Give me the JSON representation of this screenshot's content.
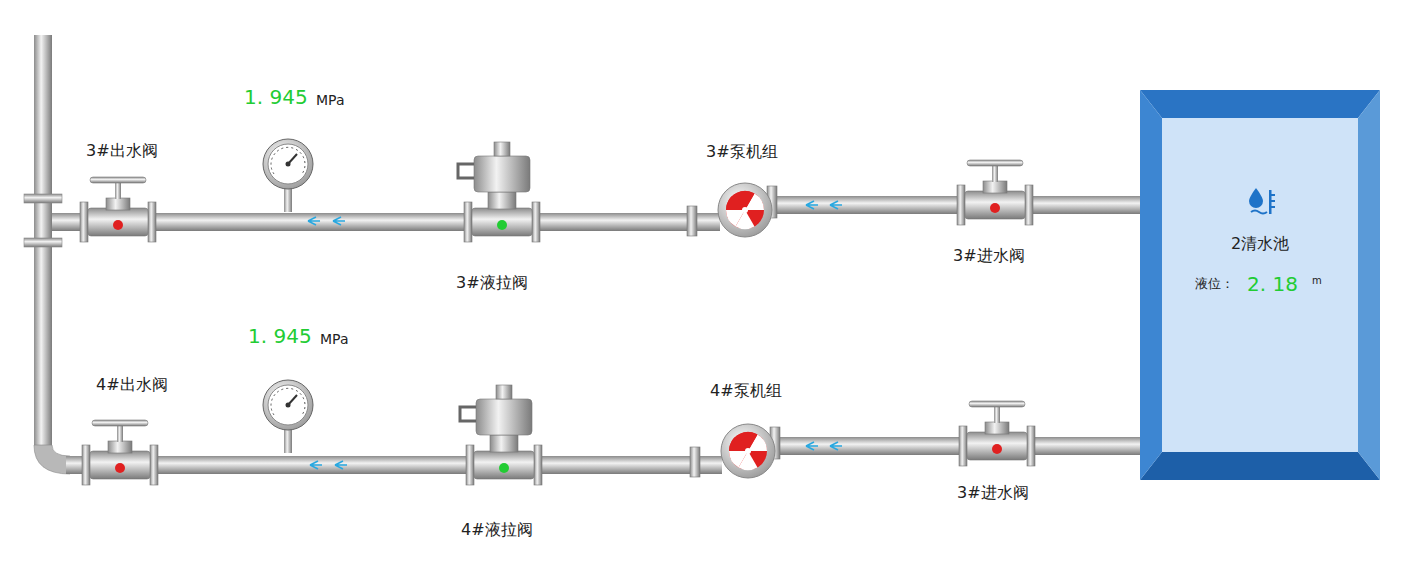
{
  "diagram": {
    "nodes": [
      {
        "text": [
          "2清水池",
          "液位：",
          "2. 18",
          "m"
        ]
      }
    ],
    "labels": [
      "1. 945",
      "MPa",
      "3#出水阀",
      "3#液拉阀",
      "3#泵机组",
      "3#进水阀",
      "1. 945",
      "MPa",
      "4#出水阀",
      "4#液拉阀",
      "4#泵机组",
      "3#进水阀"
    ]
  }
}
